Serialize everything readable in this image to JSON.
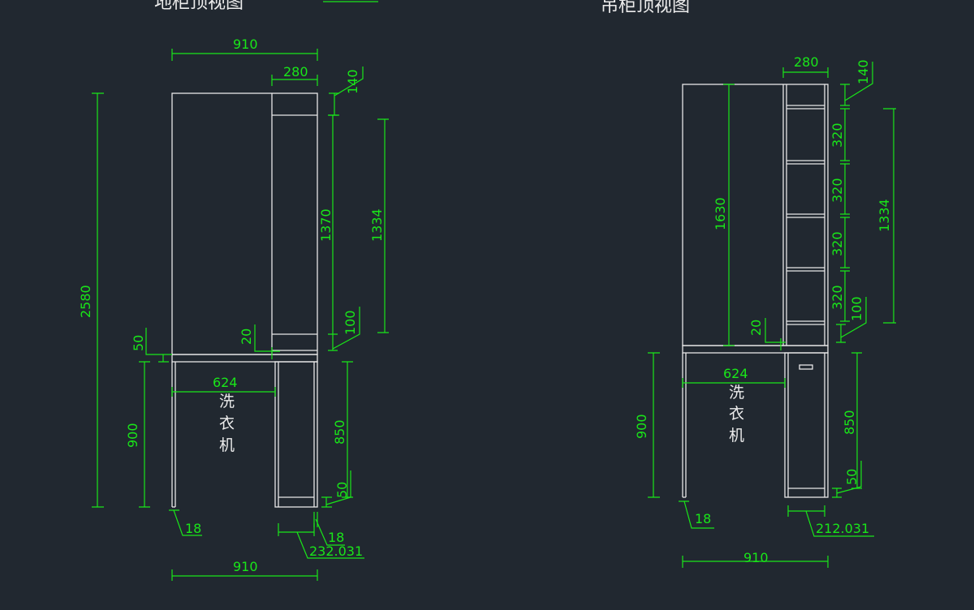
{
  "colors": {
    "background": "#212830",
    "outline": "#e8e8e8",
    "dimension": "#19e619"
  },
  "left_view": {
    "title": "地柜顶视图",
    "washer_label": [
      "洗",
      "衣",
      "机"
    ],
    "dims": {
      "width_top": "910",
      "tall_unit_width": "280",
      "top_gap": "140",
      "total_height": "2580",
      "inner_height": "1370",
      "shelf_span": "1334",
      "bottom_gap": "100",
      "board": "20",
      "counter": "50",
      "washer_width": "624",
      "base_height": "900",
      "base_inner": "850",
      "base_plinth": "50",
      "leg": "18",
      "side_leg": "18",
      "side_width": "232.031",
      "width_bottom": "910"
    }
  },
  "right_view": {
    "title": "吊柜顶视图",
    "washer_label": [
      "洗",
      "衣",
      "机"
    ],
    "dims": {
      "tall_unit_width": "280",
      "top_gap": "140",
      "inner_height": "1630",
      "shelf_1": "320",
      "shelf_2": "320",
      "shelf_3": "320",
      "shelf_4": "320",
      "shelf_span": "1334",
      "bottom_gap": "100",
      "board": "20",
      "washer_width": "624",
      "base_height": "900",
      "base_inner": "850",
      "base_plinth": "50",
      "leg": "18",
      "side_width": "212.031",
      "width_bottom": "910"
    }
  }
}
